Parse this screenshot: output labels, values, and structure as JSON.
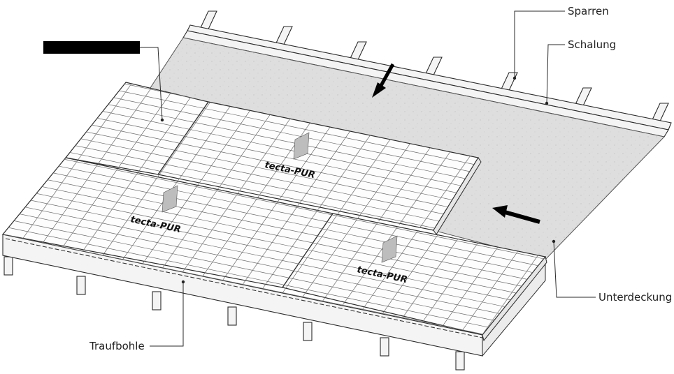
{
  "labels": {
    "sparren": "Sparren",
    "schalung": "Schalung",
    "unterdeckung": "Unterdeckung",
    "traufbohle": "Traufbohle"
  },
  "brand_marks": [
    "tecta-PUR",
    "tecta-PUR",
    "tecta-PUR"
  ],
  "colors": {
    "line": "#2a2a2a",
    "board": "#dcdcdc",
    "panel": "#fdfdfd",
    "redaction": "#000000"
  }
}
